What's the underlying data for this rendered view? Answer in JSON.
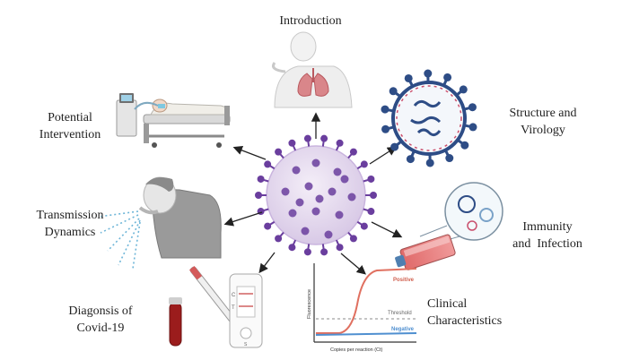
{
  "labels": {
    "introduction": "Introduction",
    "structure_line1": "Structure and",
    "structure_line2": "Virology",
    "intervention_line1": "Potential",
    "intervention_line2": "Intervention",
    "transmission_line1": "Transmission",
    "transmission_line2": "Dynamics",
    "immunity_line1": "Immunity",
    "immunity_line2": "and  Infection",
    "diagnosis_line1": "Diagonsis of",
    "diagnosis_line2": "Covid-19",
    "clinical_line1": "Clinical",
    "clinical_line2": "Characteristics"
  },
  "pcr_plot": {
    "positive_label": "Positive",
    "threshold_label": "Threshold",
    "negative_label": "Negative",
    "ylabel": "Fluorescence",
    "xlabel": "Copies per reaction (Ct)"
  },
  "test_strip": {
    "c_mark": "C",
    "t_mark": "T",
    "s_mark": "S"
  },
  "colors": {
    "virus_body": "#e9dff0",
    "virus_spike": "#6a3e9e",
    "structure_spike": "#2e4d86",
    "structure_accent": "#c94f6d",
    "lungs": "#d9868a",
    "blood": "#9b1c1c",
    "positive_curve": "#e07060",
    "negative_curve": "#4f8fd0",
    "arrow": "#222222"
  }
}
